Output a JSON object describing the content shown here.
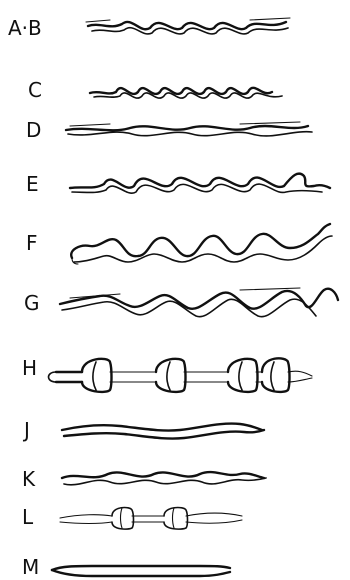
{
  "figure": {
    "rows": [
      {
        "key": "ab",
        "label": "A·B",
        "form": "wavy sheath"
      },
      {
        "key": "c",
        "label": "C",
        "form": "tight spiral"
      },
      {
        "key": "d",
        "label": "D",
        "form": "low twisted band"
      },
      {
        "key": "e",
        "label": "E",
        "form": "wavy sheath with curled end"
      },
      {
        "key": "f",
        "label": "F",
        "form": "open crested wave"
      },
      {
        "key": "g",
        "label": "G",
        "form": "double wavy band"
      },
      {
        "key": "h",
        "label": "H",
        "form": "beaded rod with four swellings"
      },
      {
        "key": "j",
        "label": "J",
        "form": "smooth double band"
      },
      {
        "key": "k",
        "label": "K",
        "form": "twisted band"
      },
      {
        "key": "l",
        "label": "L",
        "form": "thin rod with two swellings"
      },
      {
        "key": "m",
        "label": "M",
        "form": "straight spindle"
      }
    ],
    "ink_color": "#111111",
    "background": "#ffffff"
  }
}
